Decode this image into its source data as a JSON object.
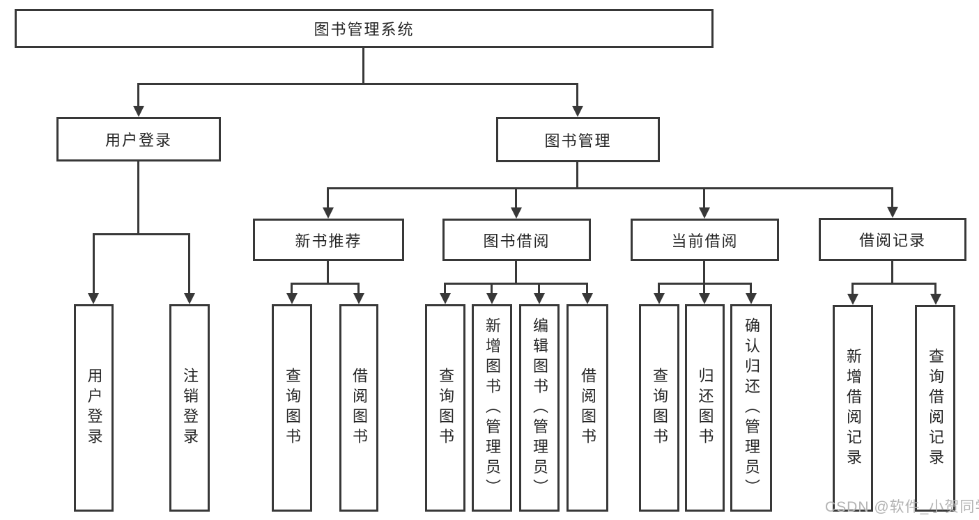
{
  "nodes": {
    "root": "图书管理系统",
    "user_login": "用户登录",
    "book_mgmt": "图书管理",
    "user_login_children": [
      "用户登录",
      "注销登录"
    ],
    "modules": [
      {
        "label": "新书推荐",
        "children": [
          "查询图书",
          "借阅图书"
        ]
      },
      {
        "label": "图书借阅",
        "children": [
          "查询图书",
          "新增图书（管理员）",
          "编辑图书（管理员）",
          "借阅图书"
        ]
      },
      {
        "label": "当前借阅",
        "children": [
          "查询图书",
          "归还图书",
          "确认归还（管理员）"
        ]
      },
      {
        "label": "借阅记录",
        "children": [
          "新增借阅记录",
          "查询借阅记录"
        ]
      }
    ]
  },
  "watermark": "CSDN @软件_小贺同学",
  "colors": {
    "line": "#383838",
    "box_border": "#383838",
    "box_fill": "#ffffff",
    "text": "#262626",
    "watermark": "#b3b3b3",
    "background": "#ffffff"
  }
}
